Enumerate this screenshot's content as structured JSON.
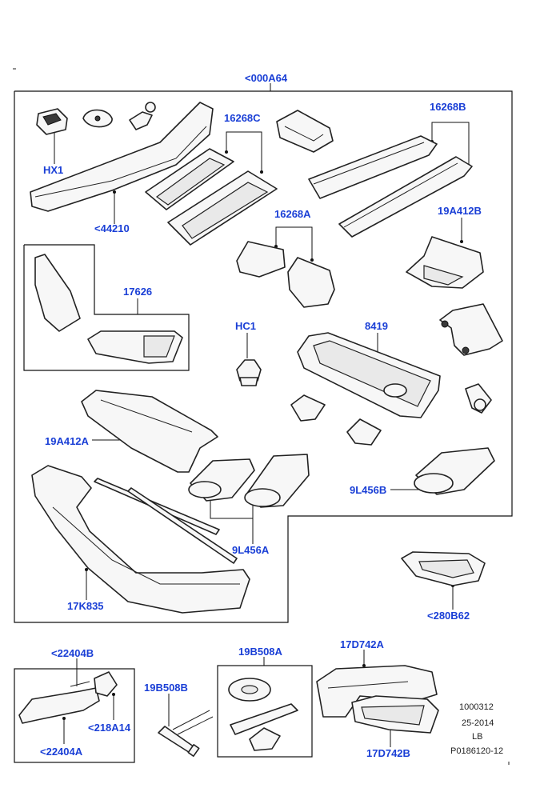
{
  "labels": {
    "main_group": "<000A64",
    "hx1": "HX1",
    "p44210": "<44210",
    "p16268c": "16268C",
    "p16268b": "16268B",
    "p16268a": "16268A",
    "p19a412b": "19A412B",
    "p17626": "17626",
    "hc1": "HC1",
    "p8419": "8419",
    "p19a412a": "19A412A",
    "p9l456b": "9L456B",
    "p9l456a": "9L456A",
    "p17k835": "17K835",
    "p280b62": "<280B62",
    "p22404b": "<22404B",
    "p218a14": "<218A14",
    "p22404a": "<22404A",
    "p19b508b": "19B508B",
    "p19b508a": "19B508A",
    "p17d742a": "17D742A",
    "p17d742b": "17D742B"
  },
  "meta": {
    "line1": "1000312",
    "line2": "25-2014",
    "line3": "LB",
    "line4": "P0186120-12"
  }
}
